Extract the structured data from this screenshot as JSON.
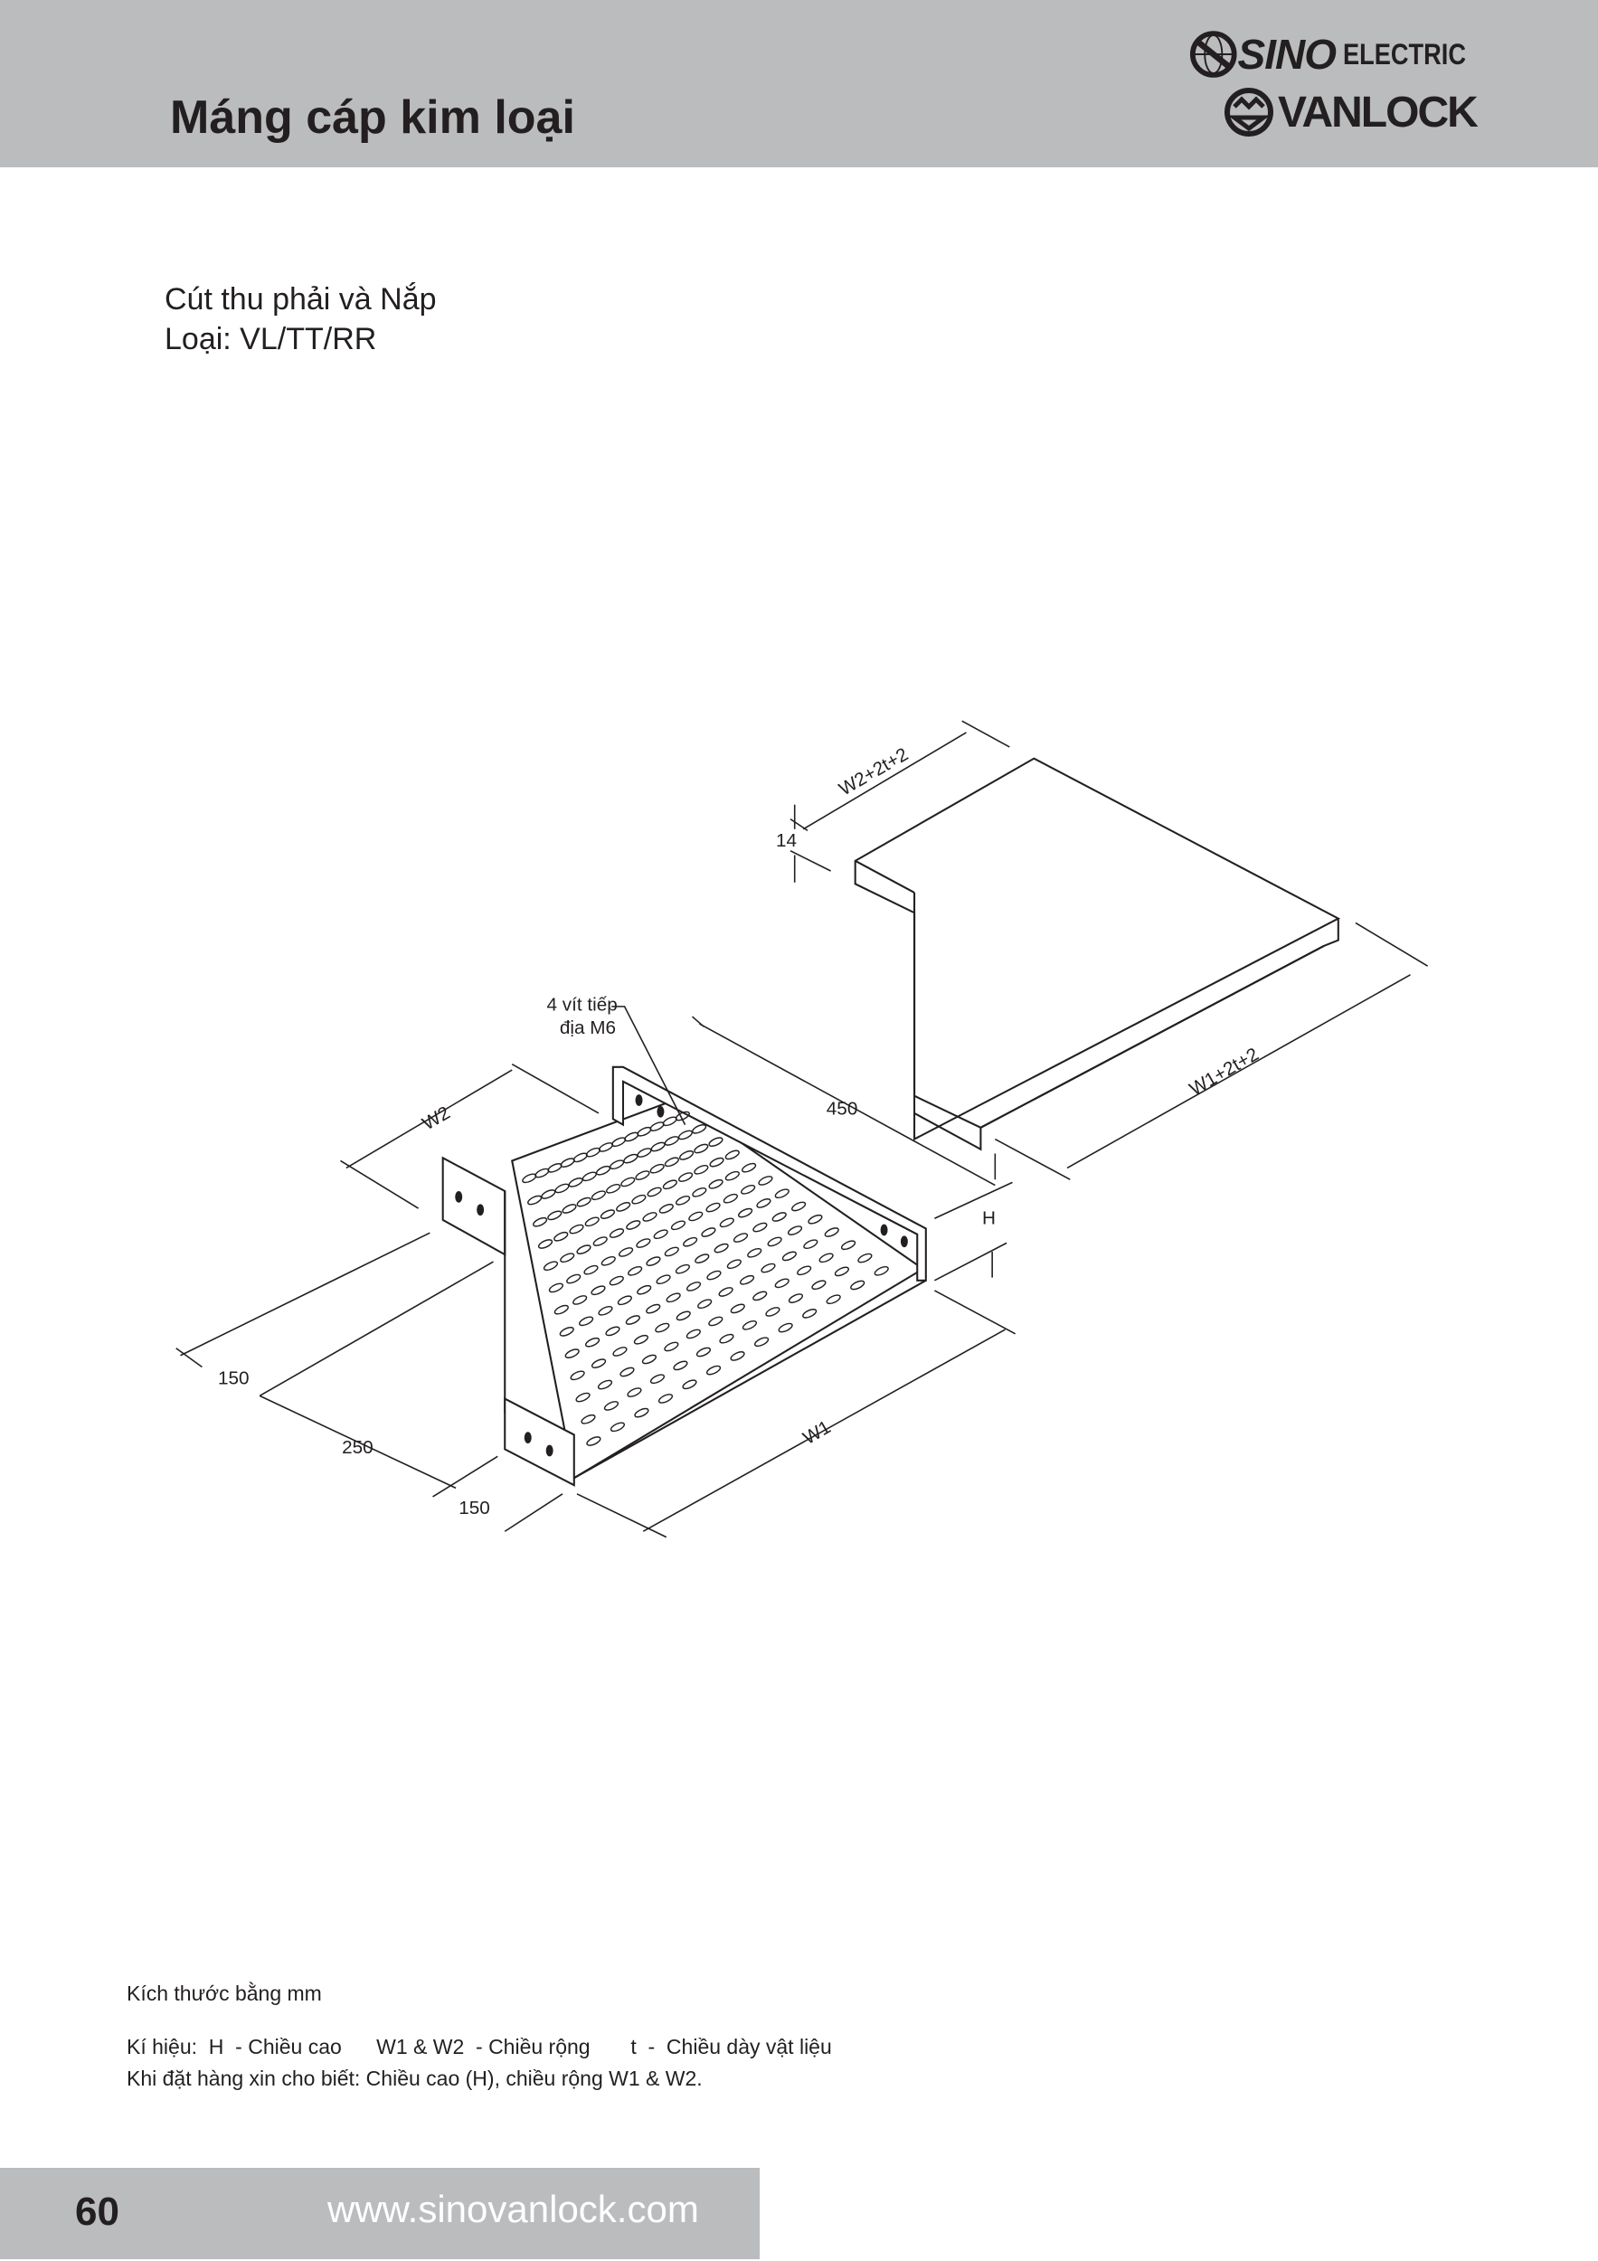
{
  "header": {
    "title": "Máng cáp kim loại",
    "logo_line1": "SINO",
    "logo_line1b": "ELECTRIC",
    "logo_line2": "VANLOCK"
  },
  "product": {
    "name": "Cút thu phải và Nắp",
    "type": "Loại: VL/TT/RR"
  },
  "diagram": {
    "labels": {
      "cover_width": "W2+2t+2",
      "flange": "14",
      "screw_line1": "4 vít tiếp",
      "screw_line2": "địa M6",
      "length_450": "450",
      "cover_length": "W1+2t+2",
      "w2": "W2",
      "h": "H",
      "dim_150_a": "150",
      "dim_250": "250",
      "w1": "W1",
      "dim_150_b": "150"
    }
  },
  "notes": {
    "units": "Kích thước bằng mm",
    "legend": "Kí hiệu:  H  - Chiều cao      W1 & W2  - Chiều rộng       t  -  Chiều dày vật liệu",
    "order": "Khi đặt hàng xin cho biết: Chiều cao (H), chiều rộng W1 & W2."
  },
  "footer": {
    "page": "60",
    "url": "www.sinovanlock.com"
  }
}
